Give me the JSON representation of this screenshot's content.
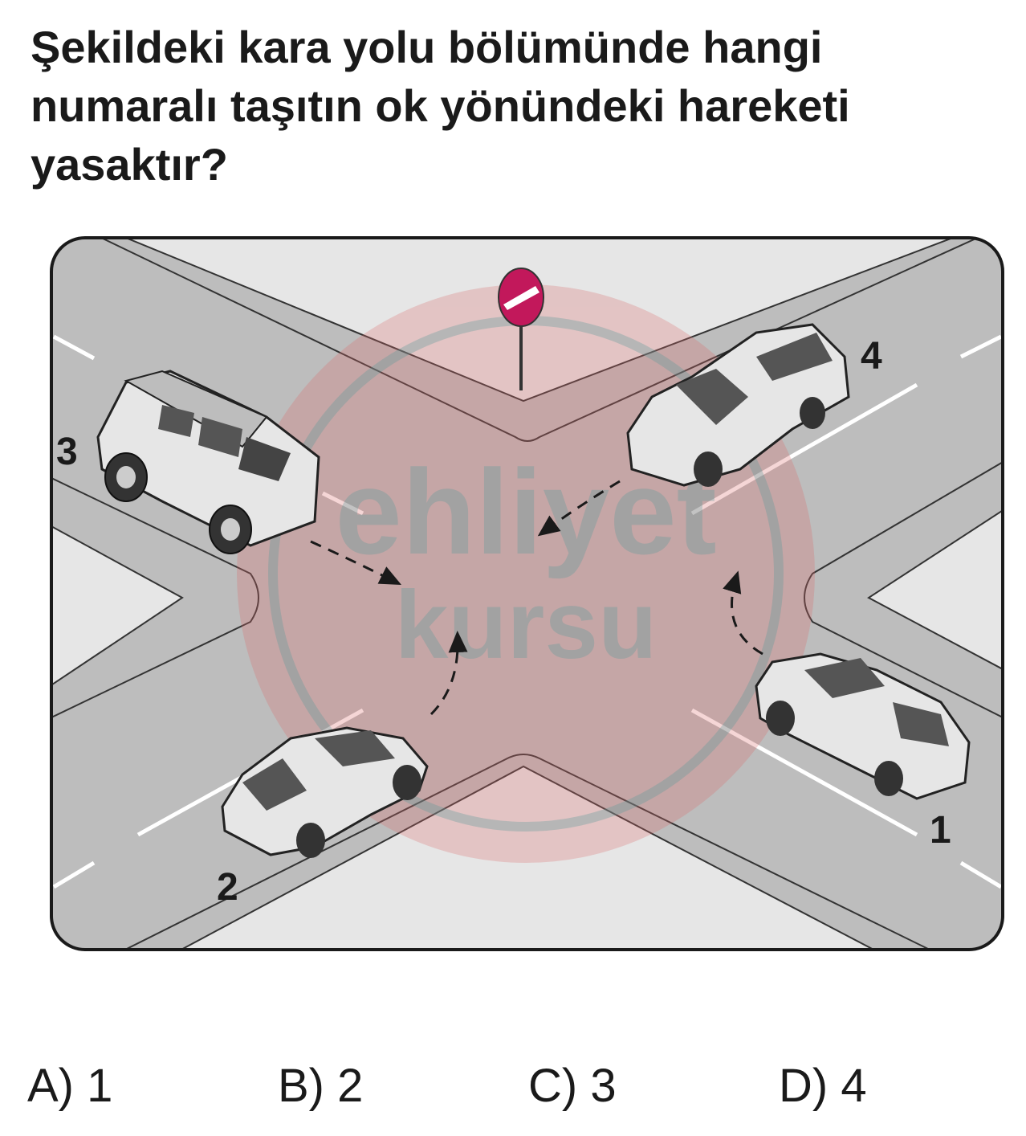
{
  "question": {
    "text": "Şekildeki kara yolu bölümünde hangi numaralı taşıtın ok yönündeki hareketi yasaktır?"
  },
  "vehicles": [
    {
      "number": "1",
      "type": "sedan"
    },
    {
      "number": "2",
      "type": "sedan"
    },
    {
      "number": "3",
      "type": "suv"
    },
    {
      "number": "4",
      "type": "sedan"
    }
  ],
  "sign": {
    "icon": "no-entry-sign-icon",
    "color": "#c2185b"
  },
  "watermark": {
    "line1": "ehliyet",
    "line2": "kursu",
    "color": "#d96a6a"
  },
  "options": [
    {
      "label": "A) 1"
    },
    {
      "label": "B) 2"
    },
    {
      "label": "C) 3"
    },
    {
      "label": "D) 4"
    }
  ],
  "colors": {
    "road": "#bdbdbd",
    "sidewalk": "#e6e6e6",
    "lane_marking": "#ffffff",
    "sign_red": "#c2185b"
  }
}
